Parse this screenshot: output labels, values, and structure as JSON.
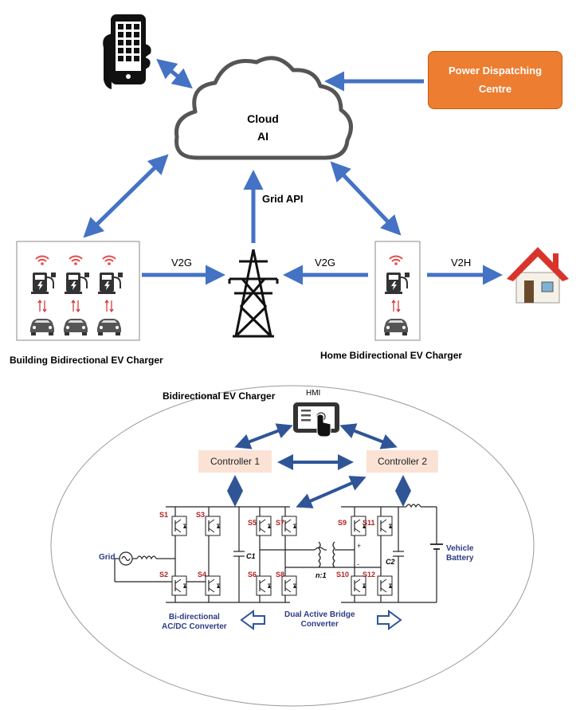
{
  "cloud": {
    "line1": "Cloud",
    "line2": "AI"
  },
  "dispatch": {
    "line1": "Power Dispatching",
    "line2": "Centre"
  },
  "labels": {
    "grid_api": "Grid API",
    "v2g_left": "V2G",
    "v2g_right": "V2G",
    "v2h": "V2H",
    "building_charger": "Building Bidirectional EV Charger",
    "home_charger": "Home Bidirectional EV Charger",
    "bidirectional_title": "Bidirectional EV Charger",
    "hmi": "HMI",
    "controller1": "Controller 1",
    "controller2": "Controller 2"
  },
  "circuit": {
    "grid": "Grid",
    "switches": [
      "S1",
      "S2",
      "S3",
      "S4",
      "S5",
      "S6",
      "S7",
      "S8",
      "S9",
      "S10",
      "S11",
      "S12"
    ],
    "c1": "C1",
    "c2": "C2",
    "ratio": "n:1",
    "vehicle_battery_line1": "Vehicle",
    "vehicle_battery_line2": "Battery",
    "acdc_line1": "Bi-directional",
    "acdc_line2": "AC/DC Converter",
    "dab_line1": "Dual Active Bridge",
    "dab_line2": "Converter"
  },
  "colors": {
    "arrow": "#4472c4",
    "arrow_dark": "#2f5597",
    "dispatch_fill": "#ed7d31",
    "controller_fill": "#fbe2d5",
    "switch_label": "#b22222",
    "circuit_label": "#2e3b86"
  },
  "icons": [
    "phone-hand-icon",
    "cloud-icon",
    "transmission-tower-icon",
    "house-icon",
    "ev-charger-icon",
    "car-icon",
    "wifi-icon",
    "hmi-touch-icon"
  ]
}
